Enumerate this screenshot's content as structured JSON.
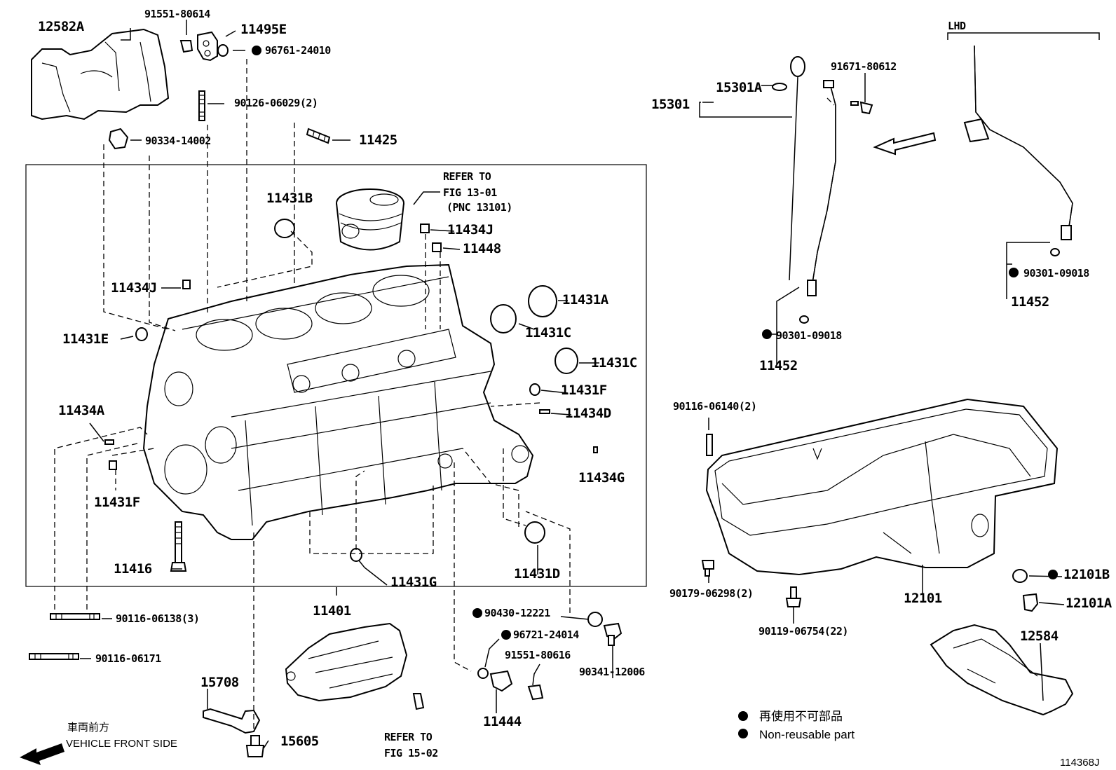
{
  "labels": {
    "p12582A": "12582A",
    "p91551_80614": "91551-80614",
    "p11495E": "11495E",
    "p96761_24010": "96761-24010",
    "p90126_06029": "90126-06029(2)",
    "p90334_14002": "90334-14002",
    "p11425": "11425",
    "refer_fig_13_l1": "REFER TO",
    "refer_fig_13_l2": "FIG 13-01",
    "refer_fig_13_l3": "(PNC 13101)",
    "p11431B": "11431B",
    "p11434J_a": "11434J",
    "p11448": "11448",
    "p11434J_b": "11434J",
    "p11431A": "11431A",
    "p11431E": "11431E",
    "p11431C_a": "11431C",
    "p11431C_b": "11431C",
    "p11431F_a": "11431F",
    "p11434D": "11434D",
    "p11434A": "11434A",
    "p11434G": "11434G",
    "p11431F_b": "11431F",
    "p11416": "11416",
    "p11431G": "11431G",
    "p11431D": "11431D",
    "p11401": "11401",
    "p90116_06138": "90116-06138(3)",
    "p90116_06171": "90116-06171",
    "p90430_12221": "90430-12221",
    "p96721_24014": "96721-24014",
    "p91551_80616": "91551-80616",
    "p90341_12006": "90341-12006",
    "p11444": "11444",
    "p15708": "15708",
    "p15605": "15605",
    "refer_fig_15_l1": "REFER TO",
    "refer_fig_15_l2": "FIG 15-02",
    "front_jp": "車両前方",
    "front_en": "VEHICLE FRONT SIDE",
    "p15301": "15301",
    "p15301A": "15301A",
    "p91671_80612": "91671-80612",
    "lhd": "LHD",
    "p90301_09018_a": "90301-09018",
    "p11452_a": "11452",
    "p90301_09018_b": "90301-09018",
    "p11452_b": "11452",
    "p90116_06140": "90116-06140(2)",
    "p90179_06298": "90179-06298(2)",
    "p90119_06754": "90119-06754(22)",
    "p12101": "12101",
    "p12101B": "12101B",
    "p12101A": "12101A",
    "p12584": "12584",
    "legend_jp": "再使用不可部品",
    "legend_en": "Non-reusable part",
    "fig_id": "114368J"
  }
}
